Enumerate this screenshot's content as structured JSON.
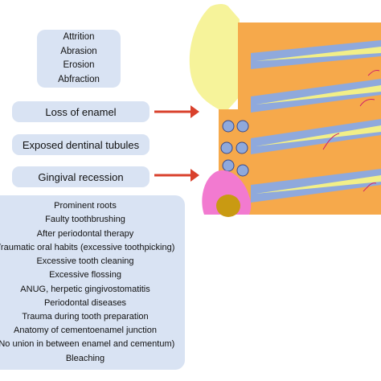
{
  "mechanisms": [
    "Attrition",
    "Abrasion",
    "Erosion",
    "Abfraction"
  ],
  "stages": {
    "loss_of_enamel": "Loss of enamel",
    "exposed_tubules": "Exposed dentinal tubules",
    "gingival_recession": "Gingival recession"
  },
  "causes": [
    "Prominent roots",
    "Faulty toothbrushing",
    "After periodontal therapy",
    "Traumatic oral habits (excessive toothpicking)",
    "Excessive tooth cleaning",
    "Excessive flossing",
    "ANUG, herpetic gingivostomatitis",
    "Periodontal diseases",
    "Trauma during tooth preparation",
    "Anatomy of cementoenamel junction",
    "(No union in between enamel and cementum)",
    "Bleaching"
  ],
  "colors": {
    "box_fill": "#d9e3f3",
    "arrow": "#d9412c",
    "enamel": "#f6f39a",
    "dentin": "#f6a94b",
    "tubule": "#8fa9dc",
    "pulp_streak": "#f2ef88",
    "gingiva": "#f27ad0",
    "cementum": "#c99a12",
    "nerve": "#d01f6a"
  }
}
